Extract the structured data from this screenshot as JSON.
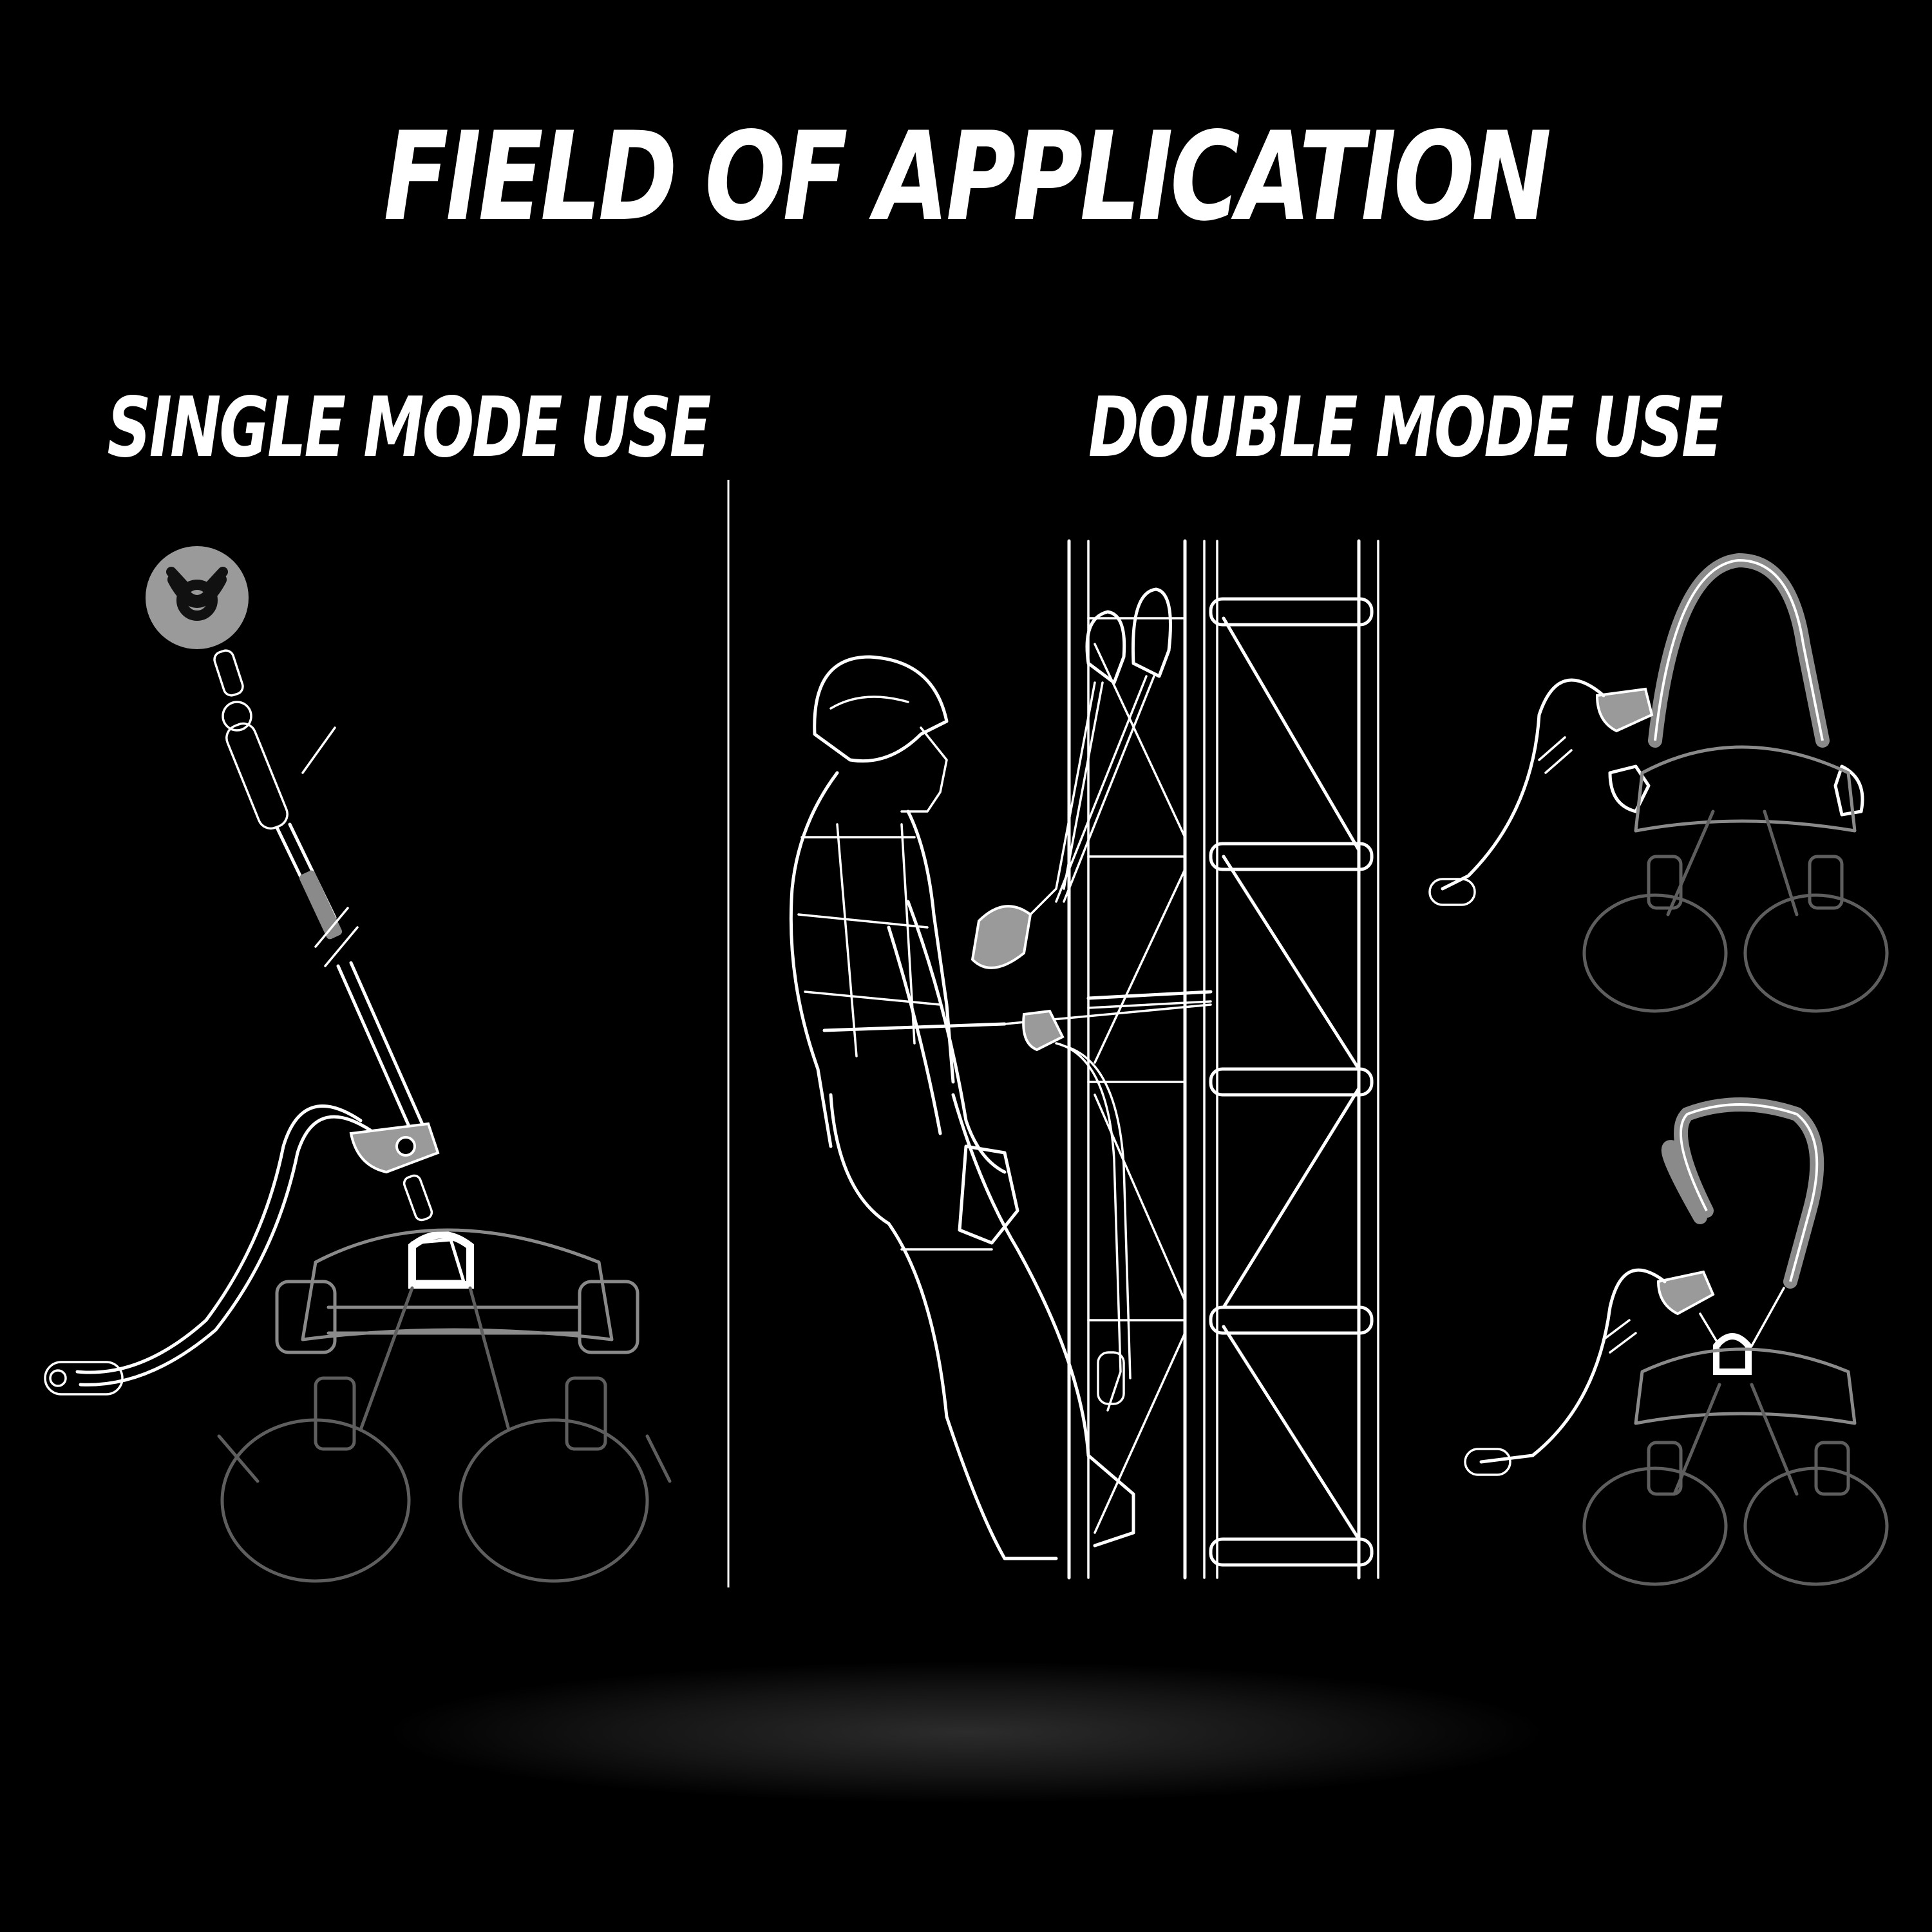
{
  "title": "FIELD OF APPLICATION",
  "sections": {
    "single": {
      "heading": "SINGLE MODE USE"
    },
    "double": {
      "heading": "DOUBLE MODE USE"
    }
  },
  "colors": {
    "background": "#000000",
    "text": "#ffffff",
    "line_art": "#ffffff",
    "accent_grey": "#9a9a9a"
  },
  "icons": {
    "anchor": "anchor-point-icon"
  }
}
